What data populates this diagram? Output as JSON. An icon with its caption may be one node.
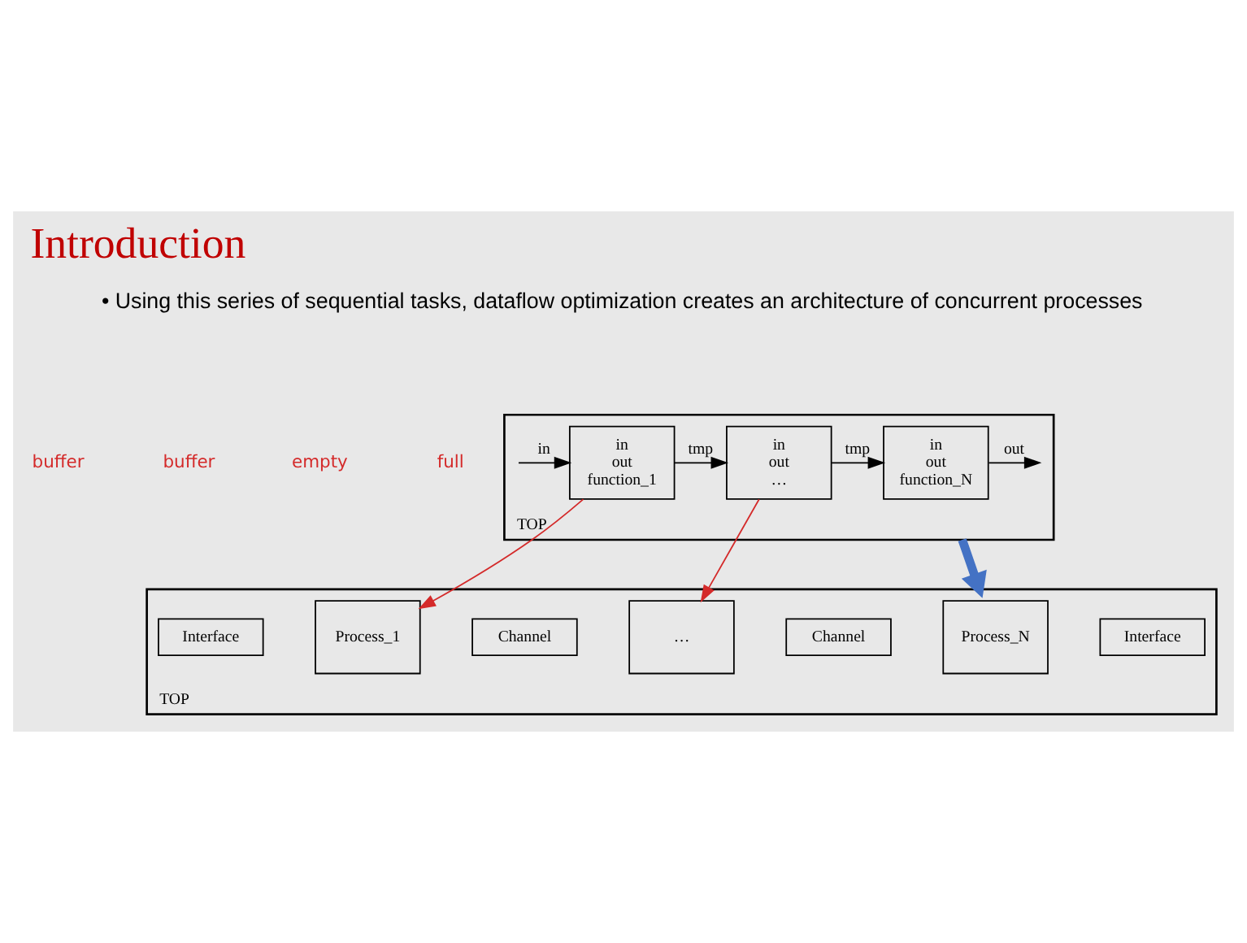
{
  "diagram": {
    "title": "Introduction",
    "nodes": [
      {
        "text": [
          "TOP"
        ]
      },
      {
        "text": [
          "in",
          "out",
          "function_1"
        ],
        "in": 0
      },
      {
        "text": [
          "in",
          "out",
          "…"
        ],
        "in": 0
      },
      {
        "text": [
          "in",
          "out",
          "function_N"
        ],
        "in": 0
      },
      {
        "text": [
          "TOP"
        ]
      },
      {
        "text": [
          "Interface"
        ],
        "in": 4
      },
      {
        "text": [
          "Process_1"
        ],
        "in": 4
      },
      {
        "text": [
          "Channel"
        ],
        "in": 4
      },
      {
        "text": [
          "…"
        ],
        "in": 4
      },
      {
        "text": [
          "Channel"
        ],
        "in": 4
      },
      {
        "text": [
          "Process_N"
        ],
        "in": 4
      },
      {
        "text": [
          "Interface"
        ],
        "in": 4
      }
    ],
    "edges": [
      {
        "from": null,
        "to": 1,
        "arrow": "to",
        "label": "in"
      },
      {
        "from": 1,
        "to": 2,
        "arrow": "to",
        "label": "tmp"
      },
      {
        "from": 2,
        "to": 3,
        "arrow": "to",
        "label": "tmp"
      },
      {
        "from": 3,
        "to": null,
        "arrow": "to",
        "label": "out"
      },
      {
        "from": 0,
        "to": 4,
        "arrow": "to",
        "style": "thick",
        "color": "#4472c4"
      },
      {
        "from": 1,
        "to": 6,
        "arrow": "to",
        "color": "#d42a2a"
      },
      {
        "from": 2,
        "to": 8,
        "arrow": "to",
        "color": "#d42a2a"
      }
    ],
    "labels": [
      "• Using this series of sequential tasks, dataflow optimization creates an architecture of concurrent processes",
      "buffer",
      "buffer",
      "empty",
      "full"
    ]
  }
}
